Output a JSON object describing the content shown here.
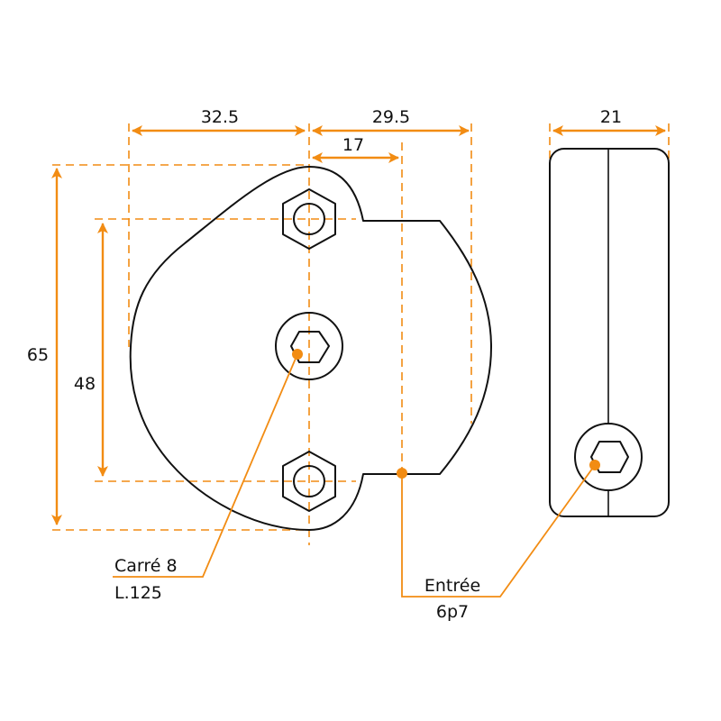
{
  "drawing": {
    "accent_color": "#f28c13",
    "line_color": "#111111",
    "front_view": {
      "dimensions": {
        "width_left": "32.5",
        "width_right": "29.5",
        "entry_offset": "17",
        "height_total": "65",
        "hole_spacing": "48"
      },
      "features": [
        "hex-nut-top",
        "square-drive-center",
        "hex-nut-bottom"
      ]
    },
    "side_view": {
      "dimensions": {
        "thickness": "21"
      },
      "features": [
        "hex-socket"
      ]
    },
    "callouts": {
      "square": {
        "line1": "Carré 8",
        "line2": "L.125"
      },
      "entry": {
        "line1": "Entrée",
        "line2": "6p7"
      }
    }
  }
}
